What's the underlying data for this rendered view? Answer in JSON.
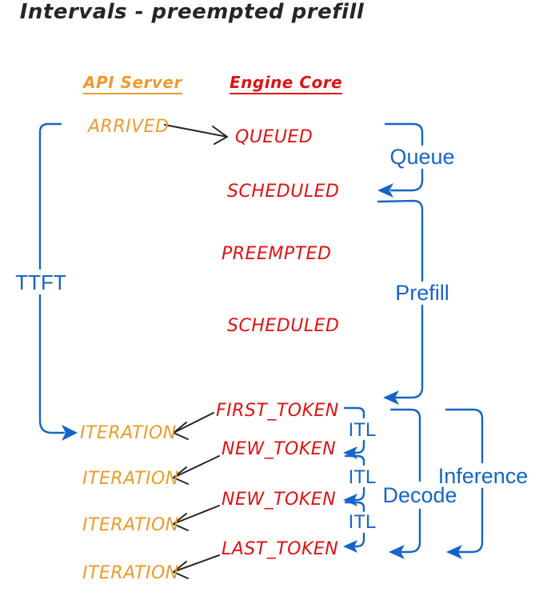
{
  "title": "Intervals - preempted prefill",
  "colors": {
    "orange": "#ED9B2D",
    "red": "#E01212",
    "blue": "#1565C8",
    "ink": "#262626"
  },
  "columns": {
    "api_server": "API Server",
    "engine_core": "Engine Core"
  },
  "api_events": {
    "arrived": "ARRIVED",
    "iteration1": "ITERATION",
    "iteration2": "ITERATION",
    "iteration3": "ITERATION",
    "iteration4": "ITERATION"
  },
  "engine_events": {
    "queued": "QUEUED",
    "scheduled1": "SCHEDULED",
    "preempted": "PREEMPTED",
    "scheduled2": "SCHEDULED",
    "first_token": "FIRST_TOKEN",
    "new_token1": "NEW_TOKEN",
    "new_token2": "NEW_TOKEN",
    "last_token": "LAST_TOKEN"
  },
  "intervals": {
    "ttft": "TTFT",
    "queue": "Queue",
    "prefill": "Prefill",
    "itl1": "ITL",
    "itl2": "ITL",
    "itl3": "ITL",
    "decode": "Decode",
    "inference": "Inference"
  }
}
